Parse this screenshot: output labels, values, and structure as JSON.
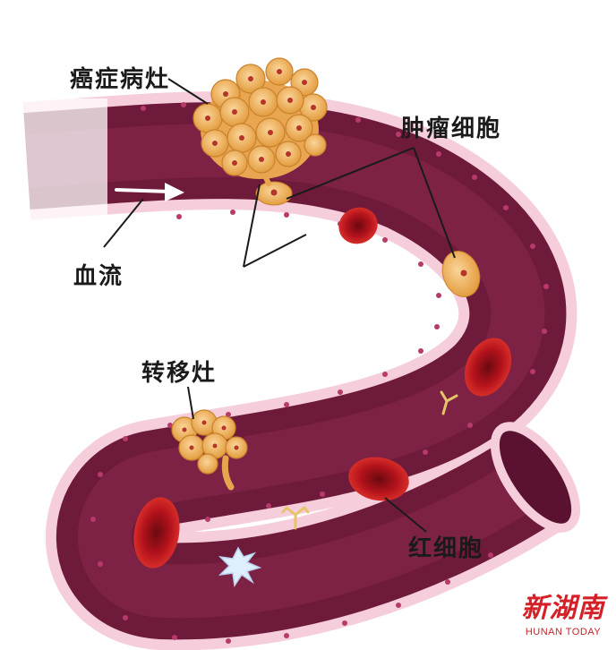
{
  "labels": {
    "primary_tumor": "癌症病灶",
    "tumor_cells": "肿瘤细胞",
    "blood_flow": "血流",
    "metastasis": "转移灶",
    "red_blood_cell": "红细胞"
  },
  "watermark": {
    "cn": "新湖南",
    "en": "HUNAN TODAY"
  },
  "colors": {
    "vessel_wall": "#f3c9d8",
    "vessel_lumen": "#6e1a3a",
    "red_cell": "#b3121c",
    "tumor_cell": "#f2b561",
    "watermark": "#d42027"
  },
  "icons": {
    "antibody": "antibody-icon",
    "white_cell": "white-blood-cell-icon"
  }
}
